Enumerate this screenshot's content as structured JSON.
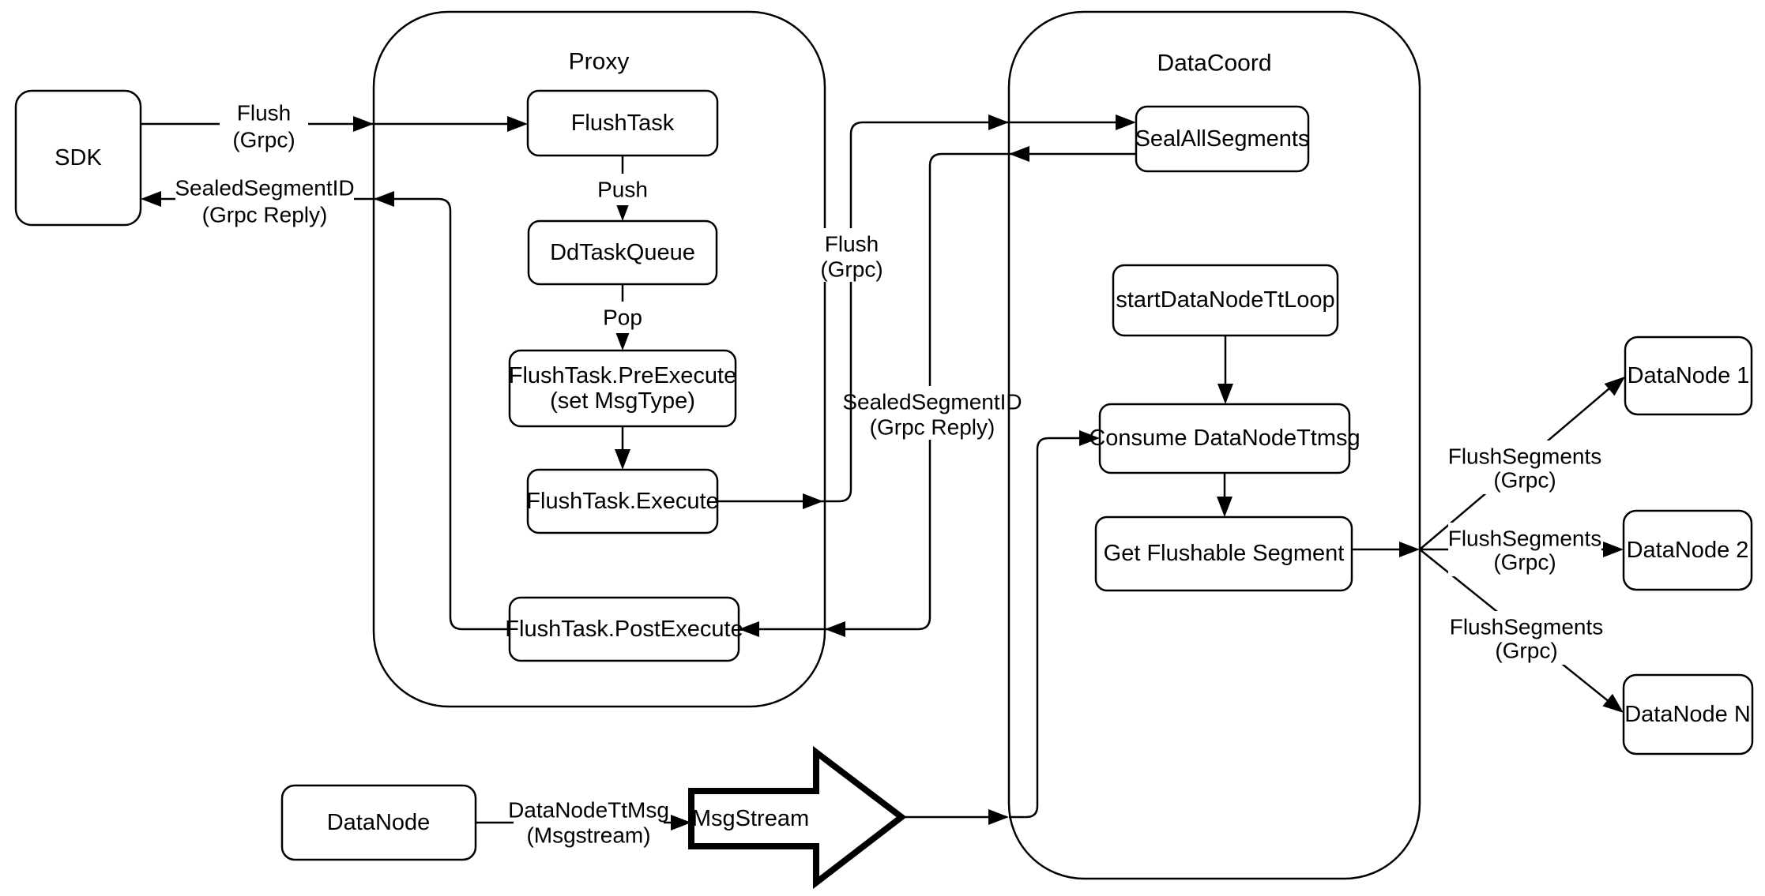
{
  "containers": {
    "proxy": {
      "title": "Proxy"
    },
    "datacoord": {
      "title": "DataCoord"
    }
  },
  "nodes": {
    "sdk": {
      "label": "SDK"
    },
    "flush_task": {
      "label": "FlushTask"
    },
    "dd_task_queue": {
      "label": "DdTaskQueue"
    },
    "pre_execute": {
      "label_line1": "FlushTask.PreExecute",
      "label_line2": "(set MsgType)"
    },
    "execute": {
      "label": "FlushTask.Execute"
    },
    "post_execute": {
      "label": "FlushTask.PostExecute"
    },
    "seal_all_segments": {
      "label": "SealAllSegments"
    },
    "start_data_node_tt_loop": {
      "label": "startDataNodeTtLoop"
    },
    "consume_data_node_ttmsg": {
      "label": "Consume DataNodeTtmsg"
    },
    "get_flushable_segment": {
      "label": "Get Flushable Segment"
    },
    "data_node_1": {
      "label": "DataNode 1"
    },
    "data_node_2": {
      "label": "DataNode 2"
    },
    "data_node_n": {
      "label": "DataNode N"
    },
    "data_node": {
      "label": "DataNode"
    },
    "msg_stream": {
      "label": "MsgStream"
    }
  },
  "edge_labels": {
    "sdk_flush": {
      "line1": "Flush",
      "line2": "(Grpc)"
    },
    "sdk_reply": {
      "line1": "SealedSegmentID",
      "line2": "(Grpc Reply)"
    },
    "push": {
      "line1": "Push"
    },
    "pop": {
      "line1": "Pop"
    },
    "proxy_flush": {
      "line1": "Flush",
      "line2": "(Grpc)"
    },
    "proxy_reply": {
      "line1": "SealedSegmentID",
      "line2": "(Grpc Reply)"
    },
    "flush_segments_1": {
      "line1": "FlushSegments",
      "line2": "(Grpc)"
    },
    "flush_segments_2": {
      "line1": "FlushSegments",
      "line2": "(Grpc)"
    },
    "flush_segments_3": {
      "line1": "FlushSegments",
      "line2": "(Grpc)"
    },
    "data_node_tt_msg": {
      "line1": "DataNodeTtMsg",
      "line2": "(Msgstream)"
    }
  },
  "colors": {
    "stroke": "#000000",
    "background": "#ffffff"
  }
}
